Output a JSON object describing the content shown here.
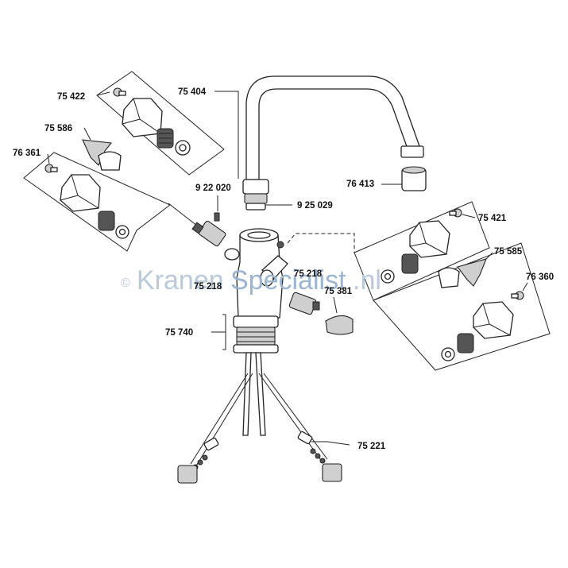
{
  "parts": {
    "p75404": "75 404",
    "p75422": "75 422",
    "p75586": "75 586",
    "p76361": "76 361",
    "p922020": "9 22 020",
    "p925029": "9 25 029",
    "p76413": "76 413",
    "p75421": "75 421",
    "p75585": "75 585",
    "p76360": "76 360",
    "p75218a": "75 218",
    "p75218b": "75 218",
    "p75381": "75 381",
    "p75740": "75 740",
    "p75221": "75 221"
  },
  "watermark": {
    "copyright": "©",
    "prefix": "Kranen",
    "main": "Specialist",
    "suffix": ".nl"
  }
}
